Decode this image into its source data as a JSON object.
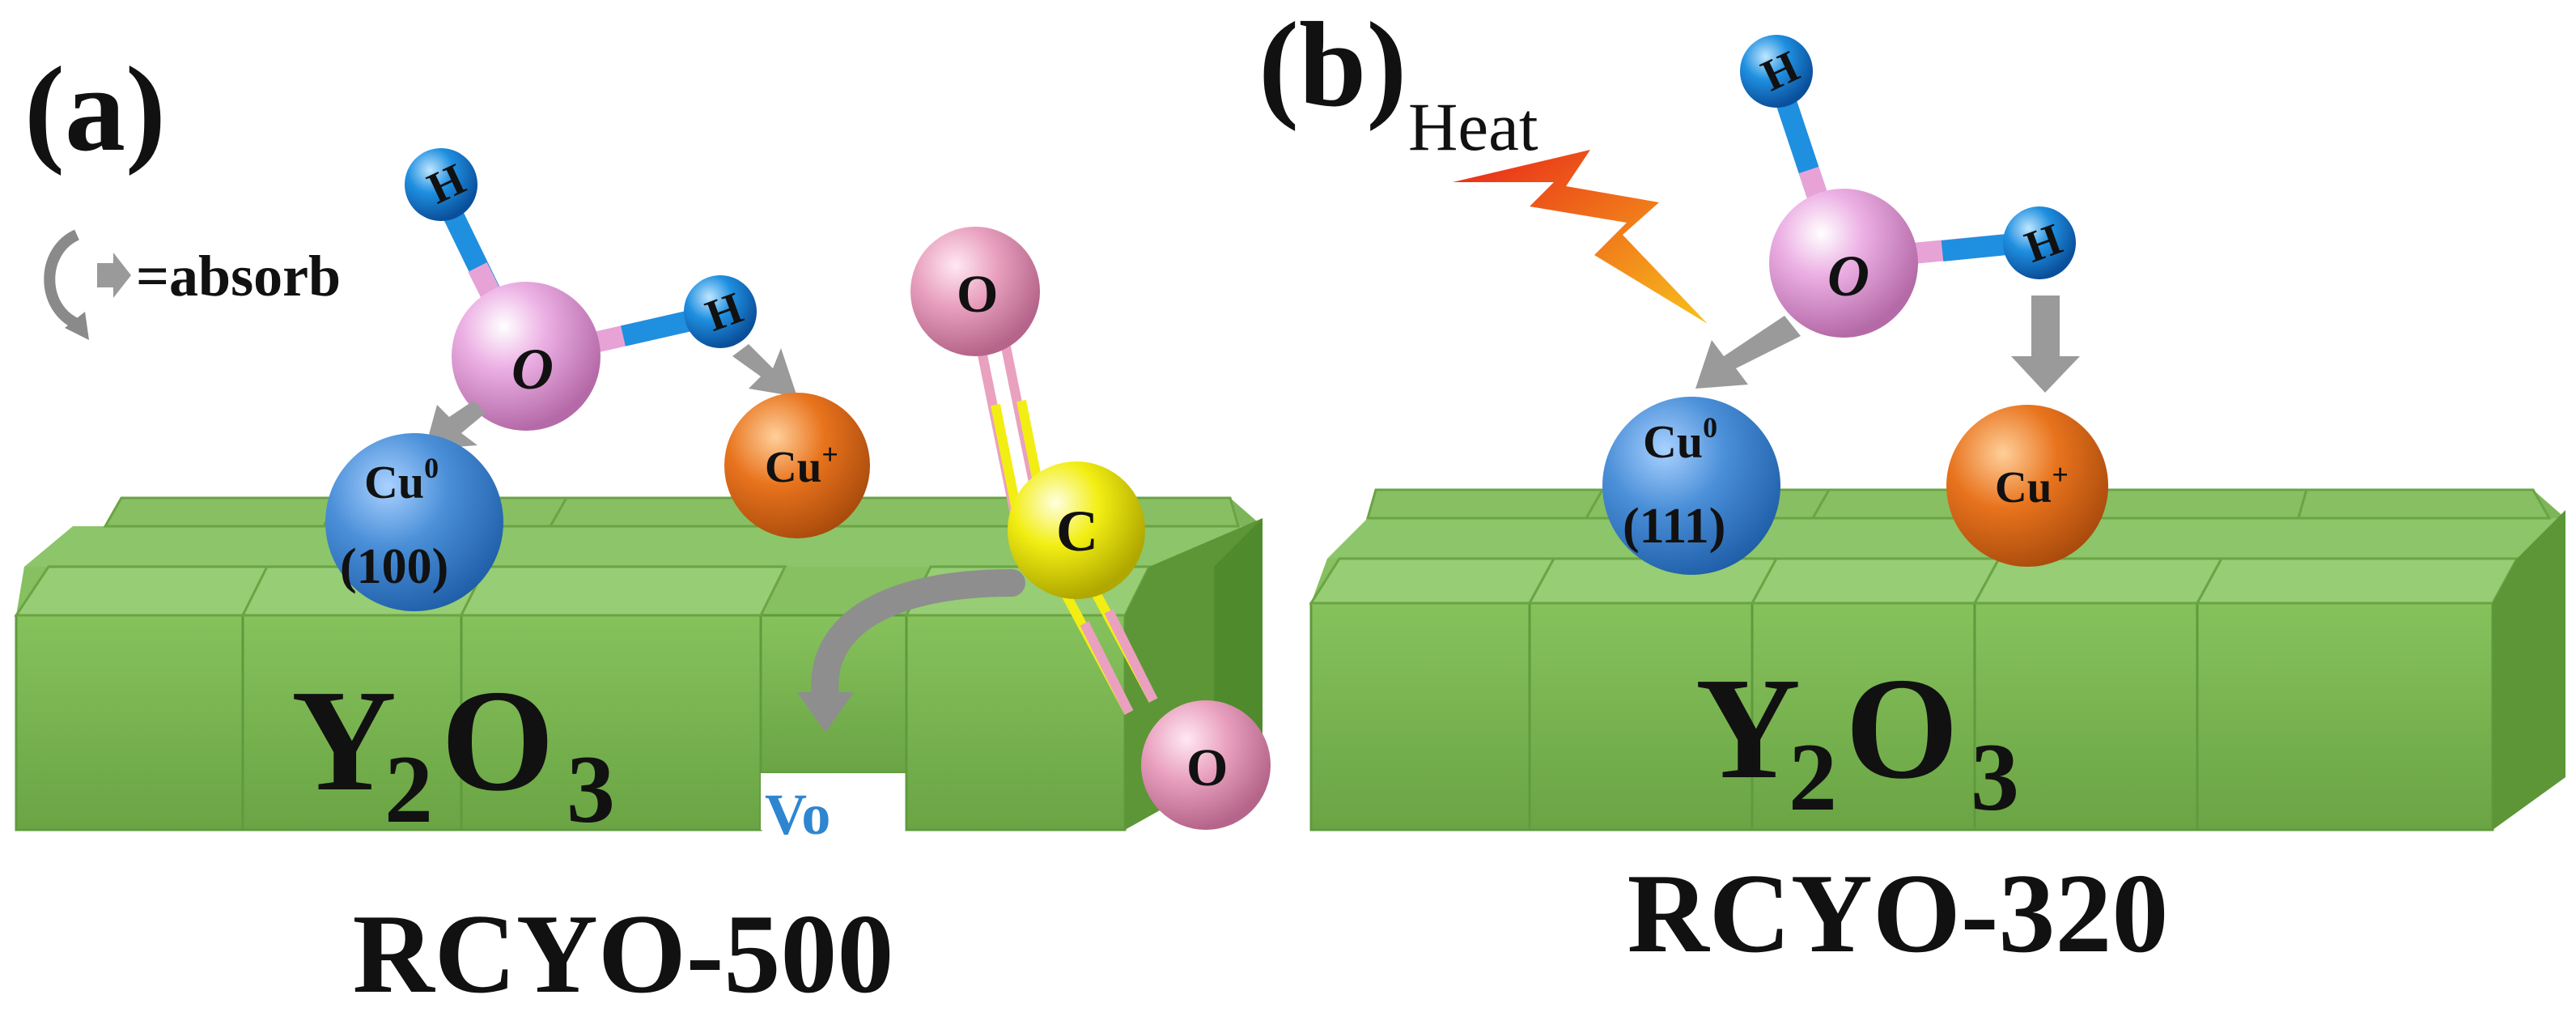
{
  "panel_a": {
    "label": "(a)",
    "legend_text": "=absorb",
    "atoms": {
      "h_top": "H",
      "o_water": "O",
      "h_right": "H",
      "cu0": "Cu",
      "cu0_sup": "0",
      "cu0_facet": "(100)",
      "cup": "Cu",
      "cup_sup": "+",
      "o_top": "O",
      "c_center": "C",
      "o_bottom": "O"
    },
    "support_main": "Y",
    "support_sub1": "2",
    "support_mid": "O",
    "support_sub2": "3",
    "vacancy": "Vo",
    "sample_name": "RCYO-500"
  },
  "panel_b": {
    "label": "(b)",
    "heat_label": "Heat",
    "atoms": {
      "h_top": "H",
      "o_water": "O",
      "h_right": "H",
      "cu0": "Cu",
      "cu0_sup": "0",
      "cu0_facet": "(111)",
      "cup": "Cu",
      "cup_sup": "+"
    },
    "support_main": "Y",
    "support_sub1": "2",
    "support_mid": "O",
    "support_sub2": "3",
    "sample_name": "RCYO-320"
  },
  "colors": {
    "support_green": "#79b64e",
    "support_top": "#8cc56a",
    "hydrogen_blue": "#1f8fe0",
    "oxygen_pink": "#e7a3d6",
    "cu0_blue": "#4a8fd8",
    "cuplus_orange": "#e8731d",
    "carbon_yellow": "#f2ee13",
    "oxygen_co2": "#e9a1bf",
    "vacancy_blue": "#2e86d1",
    "arrow_gray": "#9a9a9a",
    "heat_red": "#e8241a",
    "heat_orange": "#f7a21b"
  }
}
